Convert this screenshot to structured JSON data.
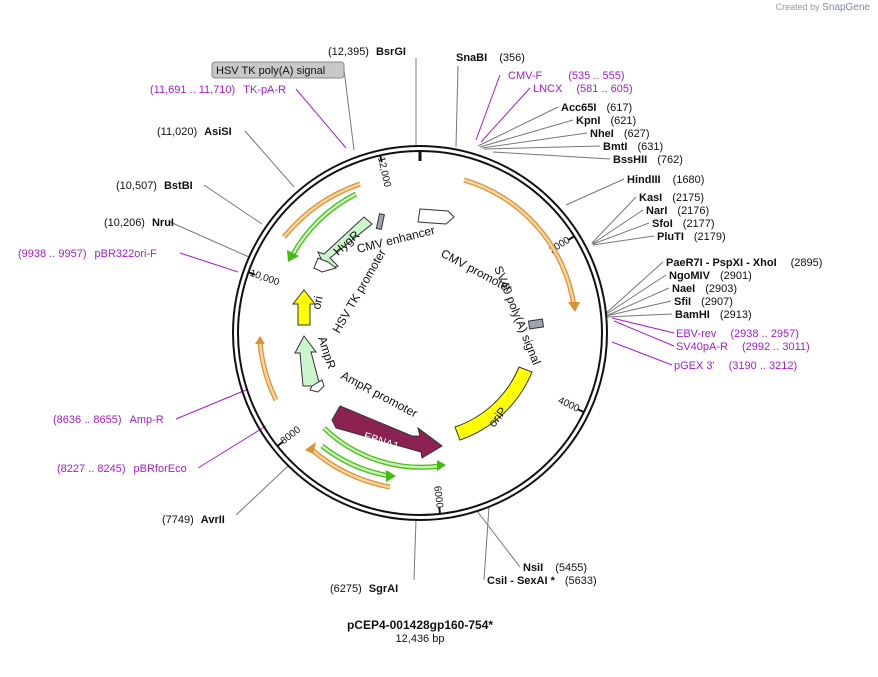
{
  "credit": {
    "prefix": "Created by",
    "brand": "SnapGene"
  },
  "plasmid": {
    "name": "pCEP4-001428gp160-754*",
    "size_label": "12,436 bp",
    "length": 12436
  },
  "ticks": [
    {
      "label": "2000",
      "pos": 2000
    },
    {
      "label": "4000",
      "pos": 4000
    },
    {
      "label": "6000",
      "pos": 6000
    },
    {
      "label": "8000",
      "pos": 8000
    },
    {
      "label": "10,000",
      "pos": 10000
    },
    {
      "label": "12,000",
      "pos": 12000
    }
  ],
  "sites": [
    {
      "name": "BsrGI",
      "position": "(12,395)",
      "bp": 12395
    },
    {
      "name": "SnaBI",
      "position": "(356)",
      "bp": 356
    },
    {
      "name": "Acc65I",
      "position": "(617)",
      "bp": 617
    },
    {
      "name": "KpnI",
      "position": "(621)",
      "bp": 621
    },
    {
      "name": "NheI",
      "position": "(627)",
      "bp": 627
    },
    {
      "name": "BmtI",
      "position": "(631)",
      "bp": 631
    },
    {
      "name": "BssHII",
      "position": "(762)",
      "bp": 762
    },
    {
      "name": "HindIII",
      "position": "(1680)",
      "bp": 1680
    },
    {
      "name": "KasI",
      "position": "(2175)",
      "bp": 2175
    },
    {
      "name": "NarI",
      "position": "(2176)",
      "bp": 2176
    },
    {
      "name": "SfoI",
      "position": "(2177)",
      "bp": 2177
    },
    {
      "name": "PluTI",
      "position": "(2179)",
      "bp": 2179
    },
    {
      "name": "PaeR7I - PspXI - XhoI",
      "position": "(2895)",
      "bp": 2895
    },
    {
      "name": "NgoMIV",
      "position": "(2901)",
      "bp": 2901
    },
    {
      "name": "NaeI",
      "position": "(2903)",
      "bp": 2903
    },
    {
      "name": "SfiI",
      "position": "(2907)",
      "bp": 2907
    },
    {
      "name": "BamHI",
      "position": "(2913)",
      "bp": 2913
    },
    {
      "name": "NsiI",
      "position": "(5455)",
      "bp": 5455
    },
    {
      "name": "CsiI - SexAI *",
      "position": "(5633)",
      "bp": 5633
    },
    {
      "name": "SgrAI",
      "position": "(6275)",
      "bp": 6275
    },
    {
      "name": "AvrII",
      "position": "(7749)",
      "bp": 7749
    },
    {
      "name": "NruI",
      "position": "(10,206)",
      "bp": 10206
    },
    {
      "name": "BstBI",
      "position": "(10,507)",
      "bp": 10507
    },
    {
      "name": "AsiSI",
      "position": "(11,020)",
      "bp": 11020
    }
  ],
  "primers": [
    {
      "name": "CMV-F",
      "range": "(535 .. 555)"
    },
    {
      "name": "LNCX",
      "range": "(581 .. 605)"
    },
    {
      "name": "EBV-rev",
      "range": "(2938 .. 2957)"
    },
    {
      "name": "SV40pA-R",
      "range": "(2992 .. 3011)"
    },
    {
      "name": "pGEX 3'",
      "range": "(3190 .. 3212)"
    },
    {
      "name": "Amp-R",
      "range": "(8636 .. 8655)"
    },
    {
      "name": "pBRforEco",
      "range": "(8227 .. 8245)"
    },
    {
      "name": "pBR322ori-F",
      "range": "(9938 .. 9957)"
    },
    {
      "name": "TK-pA-R",
      "range": "(11,691 .. 11,710)"
    }
  ],
  "features": [
    {
      "label": "CMV enhancer",
      "color": "#ffffff"
    },
    {
      "label": "CMV promoter",
      "color": "#ffffff"
    },
    {
      "label": "SV40 poly(A) signal",
      "color": "#9ea3ad"
    },
    {
      "label": "oriP",
      "color": "#ffff00"
    },
    {
      "label": "EBNA1",
      "color": "#8b2252"
    },
    {
      "label": "AmpR promoter",
      "color": "#ffffff"
    },
    {
      "label": "AmpR",
      "color": "#ccf5cc"
    },
    {
      "label": "ori",
      "color": "#ffff00"
    },
    {
      "label": "HSV TK promoter",
      "color": "#ffffff"
    },
    {
      "label": "HygR",
      "color": "#ccf5cc"
    },
    {
      "label": "HSV TK poly(A) signal",
      "color": "#c0c0c0"
    }
  ],
  "colors": {
    "orf": "#f0a020",
    "orf_fill": "#f7d2a2",
    "green": "#44bb11",
    "green_fill": "#c8f0b8",
    "primer": "#a020c8"
  }
}
